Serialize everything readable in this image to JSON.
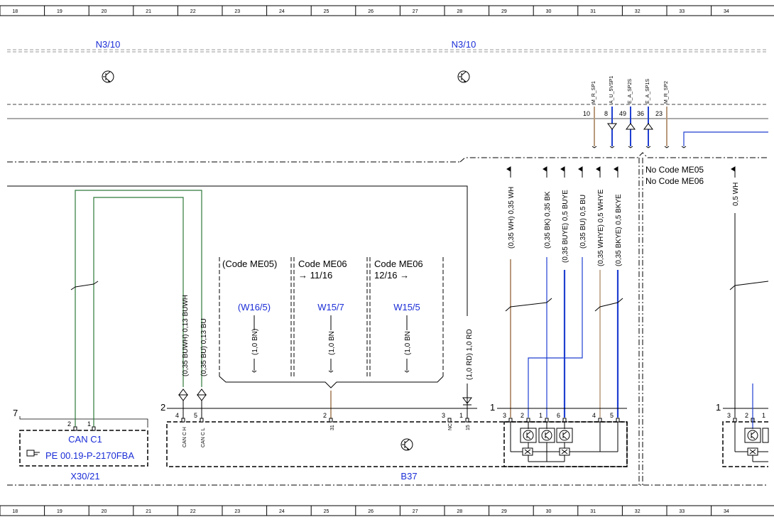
{
  "ruler": {
    "columns": [
      "18",
      "19",
      "20",
      "21",
      "22",
      "23",
      "24",
      "25",
      "26",
      "27",
      "28",
      "29",
      "30",
      "31",
      "32",
      "33",
      "34"
    ]
  },
  "components": {
    "n3_10_left": "N3/10",
    "n3_10_right": "N3/10",
    "b37": "B37",
    "x30_21": "X30/21",
    "can_c1": "CAN C1",
    "pe_ref": "PE 00.19-P-2170FBA",
    "w16_5": "(W16/5)",
    "w15_7": "W15/7",
    "w15_5": "W15/5"
  },
  "codes": {
    "me05": "(Code ME05)",
    "me06_a": "Code ME06",
    "me06_a_arrow": "→ 11/16",
    "me06_b": "Code ME06",
    "me06_b_arrow": "12/16 →",
    "no_me05": "No Code ME05",
    "no_me06": "No Code ME06"
  },
  "top_pins": [
    {
      "signal": "M_R_SP1",
      "num": "10"
    },
    {
      "signal": "A_U_5VSP1",
      "num": "8"
    },
    {
      "signal": "E_A_SP2S",
      "num": "49"
    },
    {
      "signal": "E_A_SP1S",
      "num": "36"
    },
    {
      "signal": "M_R_SP2",
      "num": "23"
    }
  ],
  "wires": {
    "can_h": "(0,35 BUWH) 0,13 BUWH",
    "can_l": "(0,35 BU) 0,13 BU",
    "bn_w16": "(1,0 BN)",
    "bn_w157": "(1,0 BN",
    "bn_w155": "(1,0 BN",
    "rd": "(1,0 RD) 1,0 RD",
    "wh": "(0,35 WH) 0,35 WH",
    "bk": "(0,35 BK) 0,35 BK",
    "buye": "(0,35 BUYE) 0,5 BUYE",
    "bu": "(0,35 BU) 0,5 BU",
    "whye": "(0,35 WHYE) 0,5 WHYE",
    "bkye": "(0,35 BKYE) 0,5 BKYE",
    "wh_right": "0,5 WH"
  },
  "pins": {
    "x30_conn": "7",
    "x30_p2": "2",
    "x30_p1": "1",
    "b37_conn": "2",
    "b37_p4": "4",
    "b37_p5": "5",
    "b37_p2": "2",
    "b37_p3": "3",
    "b37_p1": "1",
    "b37_can_h": "CAN C H",
    "b37_can_l": "CAN C L",
    "b37_31": "31",
    "b37_nc": "NC",
    "b37_15": "15",
    "sensor_conn": "1",
    "sensor_p3": "3",
    "sensor_p2": "2",
    "sensor_p1": "1",
    "sensor_p6": "6",
    "sensor_p4": "4",
    "sensor_p5": "5",
    "right_conn": "1",
    "right_p3": "3",
    "right_p2": "2",
    "right_p1": "1"
  },
  "colors": {
    "blue_text": "#1a2dd6",
    "blue_wire": "#1f3fd1",
    "green_wire": "#2f7a3a",
    "brown_wire": "#b89a7c",
    "black": "#000000"
  }
}
